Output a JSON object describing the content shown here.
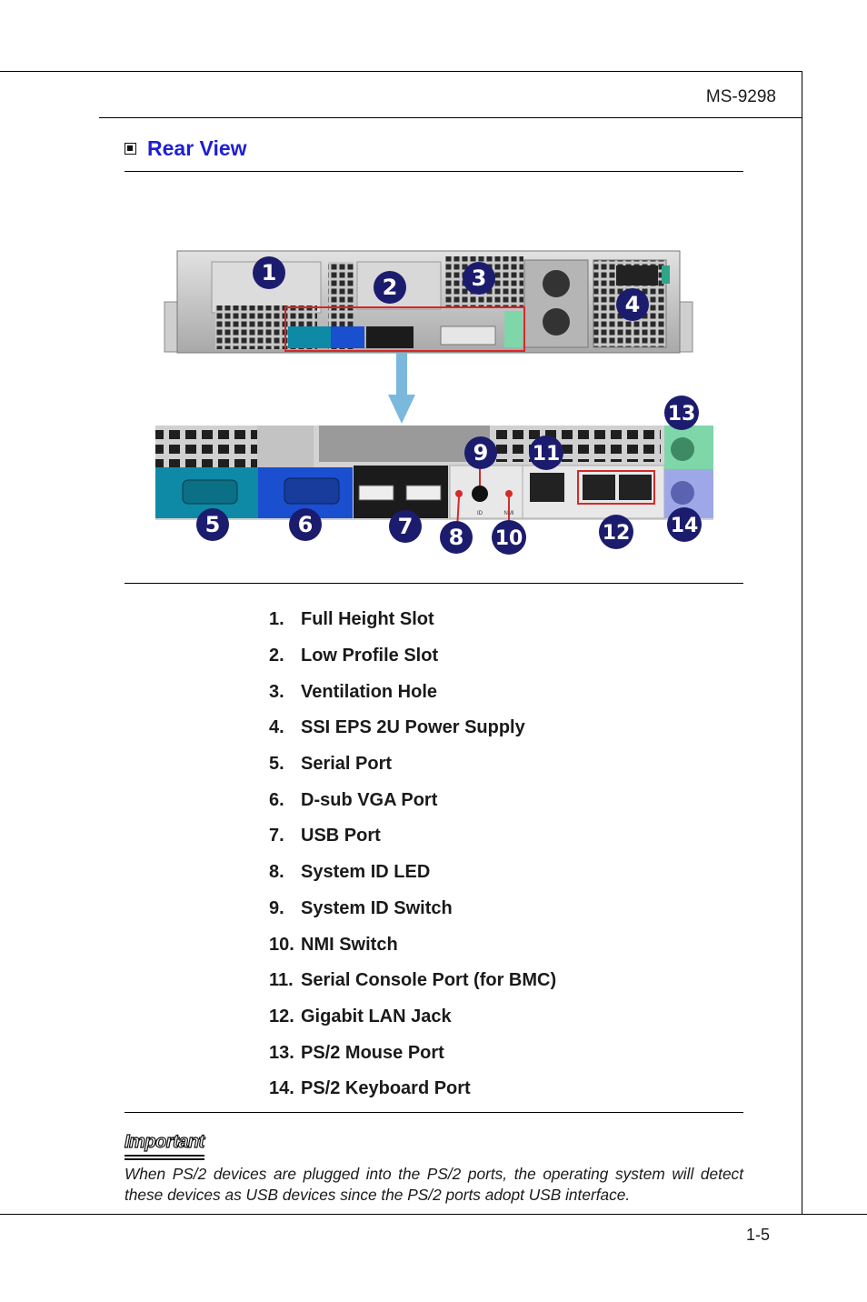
{
  "header": {
    "model": "MS-9298"
  },
  "section": {
    "title": "Rear View"
  },
  "figure": {
    "callouts": [
      "1",
      "2",
      "3",
      "4",
      "5",
      "6",
      "7",
      "8",
      "9",
      "10",
      "11",
      "12",
      "13",
      "14"
    ],
    "colors": {
      "callout": "#1c1c6e",
      "highlight": "#d42a2a",
      "arrow": "#7ab8de",
      "serial": "#0e8aa6",
      "vga": "#1a4fd0",
      "ps2_mouse": "#7fd6a8",
      "ps2_keyboard": "#9ea8e8"
    },
    "panel_labels": {
      "id": "ID",
      "nmi": "NMI"
    }
  },
  "legend": [
    {
      "num": "1.",
      "label": "Full Height Slot"
    },
    {
      "num": "2.",
      "label": "Low Profile Slot"
    },
    {
      "num": "3.",
      "label": "Ventilation Hole"
    },
    {
      "num": "4.",
      "label": "SSI EPS 2U Power Supply"
    },
    {
      "num": "5.",
      "label": "Serial Port"
    },
    {
      "num": "6.",
      "label": "D-sub VGA Port"
    },
    {
      "num": "7.",
      "label": "USB Port"
    },
    {
      "num": "8.",
      "label": "System ID LED"
    },
    {
      "num": "9.",
      "label": "System ID Switch"
    },
    {
      "num": "10.",
      "label": "NMI Switch"
    },
    {
      "num": "11.",
      "label": "Serial Console Port (for BMC)"
    },
    {
      "num": "12.",
      "label": "Gigabit LAN Jack"
    },
    {
      "num": "13.",
      "label": "PS/2 Mouse Port"
    },
    {
      "num": "14.",
      "label": "PS/2 Keyboard Port"
    }
  ],
  "important": {
    "label": "Important",
    "text": "When PS/2 devices are plugged into the PS/2 ports, the operating system will detect these devices as USB devices since the PS/2 ports adopt USB interface."
  },
  "footer": {
    "page": "1-5"
  }
}
